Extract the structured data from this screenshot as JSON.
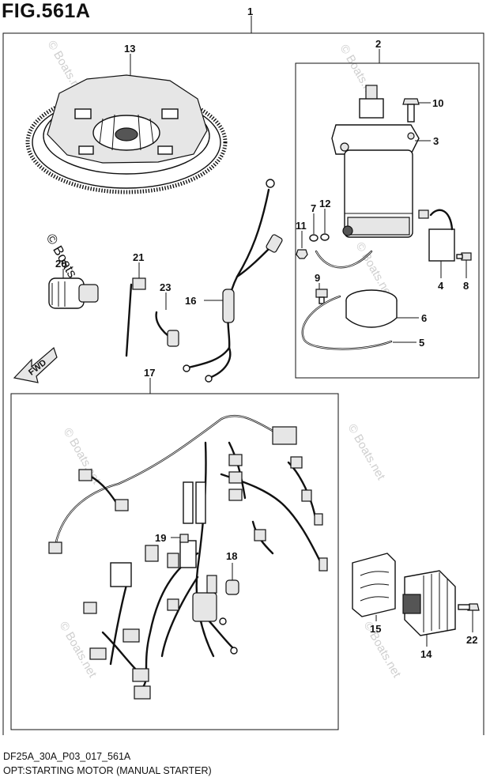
{
  "figure": {
    "title": "FIG.561A",
    "code": "DF25A_30A_P03_017_561A",
    "caption": "OPT:STARTING MOTOR (MANUAL STARTER)",
    "direction_label": "FWD"
  },
  "watermark": {
    "text": "© Boats.net",
    "prominent_text": "© Boats.net"
  },
  "callouts": [
    {
      "id": "1",
      "label": "1"
    },
    {
      "id": "2",
      "label": "2"
    },
    {
      "id": "3",
      "label": "3"
    },
    {
      "id": "4",
      "label": "4"
    },
    {
      "id": "5",
      "label": "5"
    },
    {
      "id": "6",
      "label": "6"
    },
    {
      "id": "7",
      "label": "7"
    },
    {
      "id": "8",
      "label": "8"
    },
    {
      "id": "9",
      "label": "9"
    },
    {
      "id": "10",
      "label": "10"
    },
    {
      "id": "11",
      "label": "11"
    },
    {
      "id": "12",
      "label": "12"
    },
    {
      "id": "13",
      "label": "13"
    },
    {
      "id": "14",
      "label": "14"
    },
    {
      "id": "15",
      "label": "15"
    },
    {
      "id": "16",
      "label": "16"
    },
    {
      "id": "17",
      "label": "17"
    },
    {
      "id": "18",
      "label": "18"
    },
    {
      "id": "19",
      "label": "19"
    },
    {
      "id": "20",
      "label": "20"
    },
    {
      "id": "21",
      "label": "21"
    },
    {
      "id": "22",
      "label": "22"
    },
    {
      "id": "23",
      "label": "23"
    }
  ],
  "colors": {
    "line": "#111111",
    "watermark": "#cfcfcf",
    "background": "#ffffff"
  }
}
